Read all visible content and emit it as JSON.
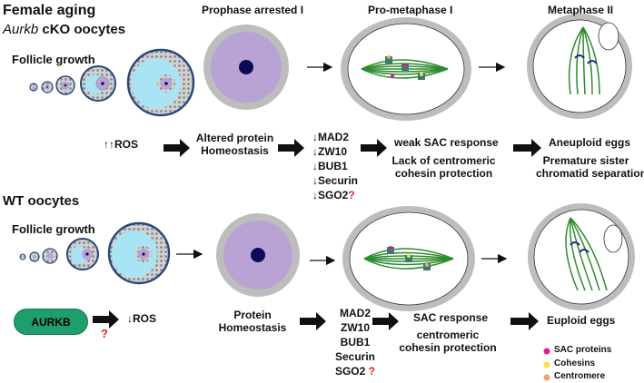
{
  "title": "Female aging",
  "stages": [
    "Prophase arrested I",
    "Pro-metaphase I",
    "Metaphase II"
  ],
  "cko": {
    "label_italic": "Aurkb",
    "label_rest": " cKO oocytes",
    "follicle": "Follicle growth",
    "ros": "↑↑ROS",
    "protein": [
      "Altered protein",
      "Homeostasis"
    ],
    "factors": [
      "↓MAD2",
      "↓ZW10",
      "↓BUB1",
      "↓Securin",
      "↓SGO2"
    ],
    "question": "?",
    "sac": "weak SAC response",
    "cohesin": [
      "Lack of centromeric",
      "cohesin protection"
    ],
    "outcome": "Aneuploid eggs",
    "outcome2": [
      "Premature sister",
      "chromatid separation"
    ]
  },
  "wt": {
    "label": "WT oocytes",
    "follicle": "Follicle growth",
    "aurkb": "AURKB",
    "question": "?",
    "ros": "↓ROS",
    "protein": [
      "Protein",
      "Homeostasis"
    ],
    "factors": [
      "MAD2",
      "ZW10",
      "BUB1",
      "Securin",
      "SGO2"
    ],
    "sgo_question": "?",
    "sac": "SAC response",
    "cohesin": [
      "centromeric",
      "cohesin protection"
    ],
    "outcome": "Euploid eggs"
  },
  "legend": [
    "SAC proteins",
    "Cohesins",
    "Centromere"
  ],
  "colors": {
    "cytoplasm": "#b9a2d4",
    "zona": "#bdbdbd",
    "nucleus": "#0e0a5a",
    "spindle": "#2e8b2e",
    "antrum": "#a8e4f4",
    "follicle_edge": "#27477a",
    "granulosa": "#b0b0b0",
    "sac": "#e0199a",
    "cohesin": "#f3e23b",
    "centromere": "#f0a07a",
    "aurkb": "#1e9e6b",
    "question": "#e8202a"
  }
}
